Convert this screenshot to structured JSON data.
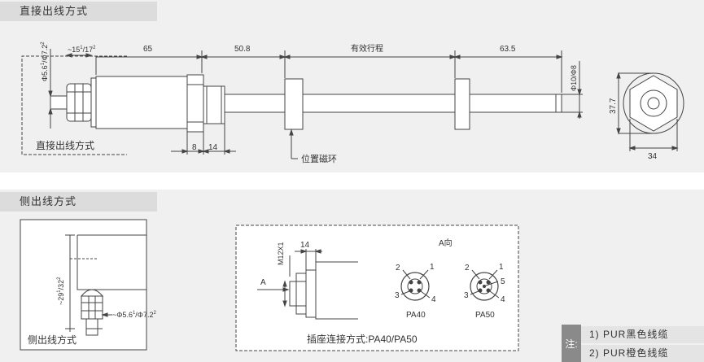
{
  "sections": {
    "direct_title": "直接出线方式",
    "side_title": "侧出线方式"
  },
  "direct": {
    "dim_cable_len": "~15",
    "dim_cable_len_sup": "1",
    "dim_cable_len2": "/17",
    "dim_cable_len2_sup": "2",
    "dim_cable_dia": "Φ5.6",
    "dim_cable_dia_sup": "1",
    "dim_cable_dia2": "/Φ7.2",
    "dim_cable_dia2_sup": "2",
    "dim_65": "65",
    "dim_50_8": "50.8",
    "dim_stroke": "有效行程",
    "dim_63_5": "63.5",
    "dim_rod_dia": "Φ10/Φ8",
    "dim_8": "8",
    "dim_14": "14",
    "inner_label": "直接出线方式",
    "magnet_label": "位置磁环",
    "dim_37_7": "37.7",
    "dim_34": "34"
  },
  "side": {
    "dim_height": "~29",
    "dim_height_sup": "1",
    "dim_height2": "/32",
    "dim_height2_sup": "2",
    "dim_cable_dia": "~Φ5.6",
    "dim_cable_dia_sup": "1",
    "dim_cable_dia2": "/Φ7.2",
    "dim_cable_dia2_sup": "2",
    "inner_label": "侧出线方式"
  },
  "connector": {
    "thread": "M12X1",
    "dim_14": "14",
    "arrow_label": "A",
    "view_label": "A向",
    "pa40_label": "PA40",
    "pa50_label": "PA50",
    "pins": [
      "1",
      "2",
      "3",
      "4",
      "5"
    ],
    "caption": "插座连接方式:PA40/PA50"
  },
  "notes": {
    "key": "注:",
    "items": [
      "1) PUR黑色线缆",
      "2) PUR橙色线缆"
    ]
  },
  "colors": {
    "panel": "#f0f0f0",
    "tab": "#dcdcdc",
    "line": "#444444",
    "note_key": "#8a8a8a"
  }
}
